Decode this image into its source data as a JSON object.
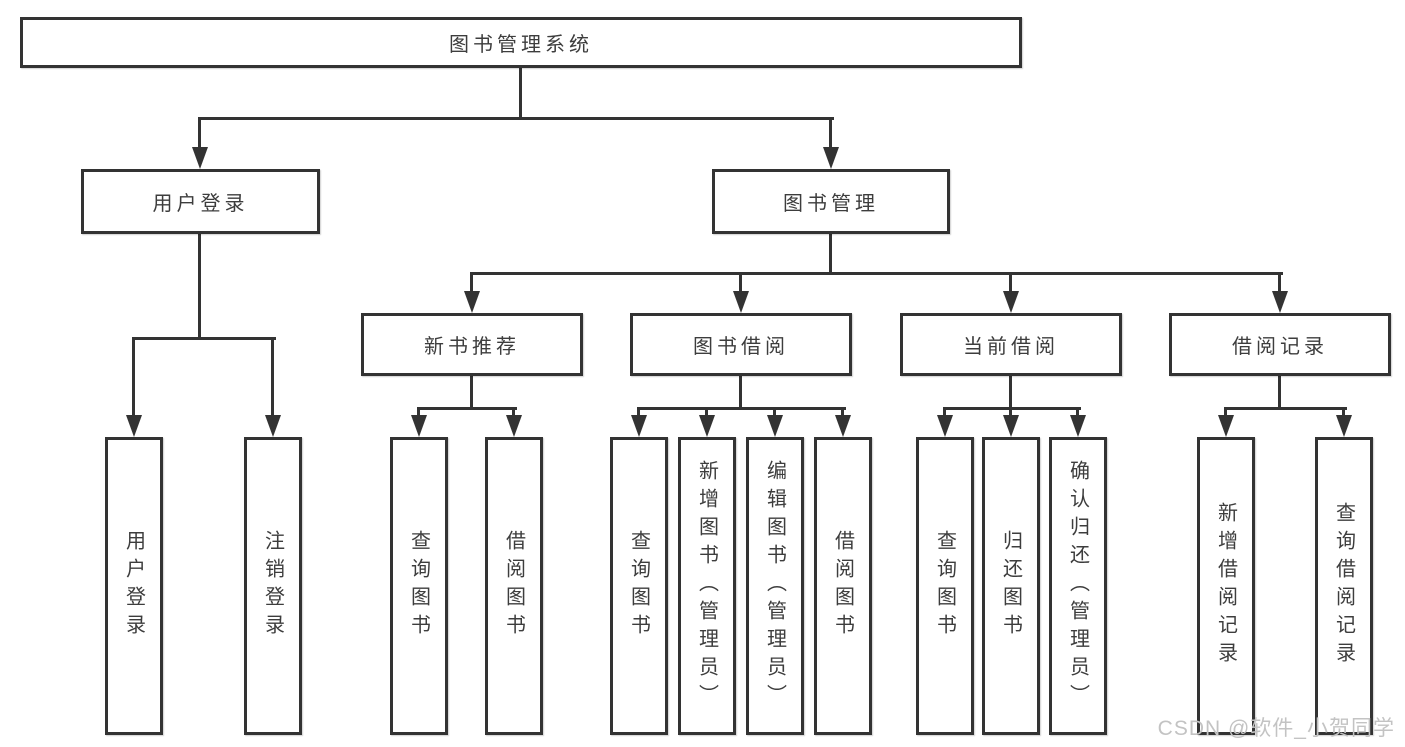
{
  "diagram_title": "图书管理系统",
  "colors": {
    "line": "#333333",
    "box_border": "#333333",
    "text": "#3d3d3d",
    "watermark": "#c3c3c3",
    "background": "#ffffff"
  },
  "nodes": {
    "root": "图书管理系统",
    "user_login": "用户登录",
    "book_mgmt": "图书管理",
    "new_book": "新书推荐",
    "book_borrow": "图书借阅",
    "current_borrow": "当前借阅",
    "borrow_records": "借阅记录",
    "leaf_user_login": "用户登录",
    "leaf_logout": "注销登录",
    "leaf_nb_query": "查询图书",
    "leaf_nb_borrow": "借阅图书",
    "leaf_bw_query": "查询图书",
    "leaf_bw_add": "新增图书（管理员）",
    "leaf_bw_edit": "编辑图书（管理员）",
    "leaf_bw_borrow": "借阅图书",
    "leaf_cur_query": "查询图书",
    "leaf_cur_return": "归还图书",
    "leaf_cur_confirm": "确认归还（管理员）",
    "leaf_rec_add": "新增借阅记录",
    "leaf_rec_query": "查询借阅记录"
  },
  "watermark": "CSDN @软件_小贺同学"
}
